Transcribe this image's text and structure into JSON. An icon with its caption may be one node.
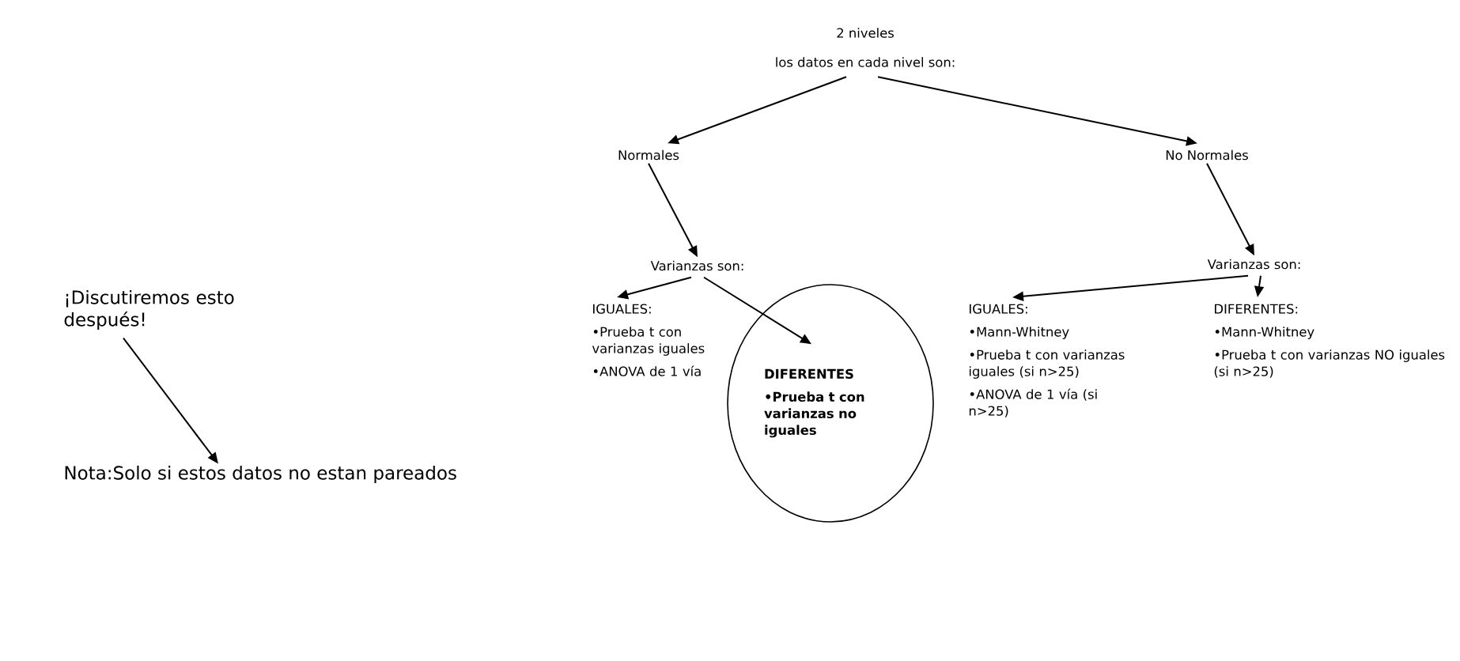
{
  "diagram": {
    "nodes": [
      {
        "text": [
          "2 niveles",
          "los datos en cada nivel son:"
        ]
      },
      {
        "text": [
          "Normales"
        ]
      },
      {
        "text": [
          "No Normales"
        ]
      },
      {
        "text": [
          "Varianzas son:"
        ]
      },
      {
        "text": [
          "Varianzas son:"
        ]
      },
      {
        "text": [
          "IGUALES:",
          "•Prueba t con varianzas iguales",
          "•ANOVA de 1 vía"
        ]
      },
      {
        "text": [
          "DIFERENTES",
          "•Prueba t con varianzas no iguales"
        ]
      },
      {
        "text": [
          "IGUALES:",
          "•Mann-Whitney",
          "•Prueba t con varianzas iguales (si n>25)",
          "•ANOVA de 1 vía (si n>25)"
        ]
      },
      {
        "text": [
          "DIFERENTES:",
          "•Mann-Whitney",
          "•Prueba t con varianzas NO iguales (si n>25)"
        ]
      },
      {
        "text": [
          "¡Discutiremos esto después!"
        ]
      },
      {
        "text": [
          "Nota:Solo si estos datos no estan pareados"
        ]
      }
    ],
    "edges": [
      {
        "from": 0,
        "to": 1,
        "arrow": "to"
      },
      {
        "from": 0,
        "to": 2,
        "arrow": "to"
      },
      {
        "from": 1,
        "to": 3,
        "arrow": "to"
      },
      {
        "from": 2,
        "to": 4,
        "arrow": "to"
      },
      {
        "from": 3,
        "to": 5,
        "arrow": "to"
      },
      {
        "from": 3,
        "to": 6,
        "arrow": "to"
      },
      {
        "from": 4,
        "to": 7,
        "arrow": "to"
      },
      {
        "from": 4,
        "to": 8,
        "arrow": "to"
      },
      {
        "from": 9,
        "to": 10,
        "arrow": "to"
      }
    ]
  }
}
